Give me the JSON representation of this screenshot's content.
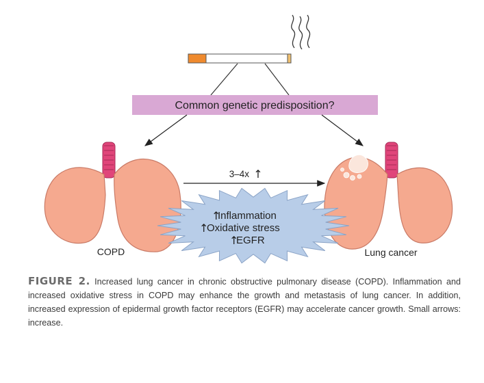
{
  "diagram": {
    "smoking_icon": "cigarette-with-smoke",
    "predisposition_label": "Common genetic predisposition?",
    "copd_label": "COPD",
    "cancer_label": "Lung cancer",
    "risk_label": "3–4x",
    "increase_symbol": "↑",
    "mechanisms": [
      "Inflammation",
      "Oxidative stress",
      "EGFR"
    ]
  },
  "caption": {
    "label": "FIGURE 2.",
    "text": "Increased lung cancer in chronic obstructive pulmonary disease (COPD). Inflammation and increased oxidative stress in COPD may enhance the growth and metastasis of lung cancer. In addition, increased expression of epidermal growth factor receptors (EGFR) may accelerate cancer growth. Small arrows: increase."
  },
  "colors": {
    "lung_fill": "#f5a98f",
    "lung_stroke": "#c97a66",
    "trachea": "#e0457a",
    "predisposition_box": "#d9a8d4",
    "starburst": "#b8cde8",
    "cigarette_filter": "#ef8a2e"
  }
}
